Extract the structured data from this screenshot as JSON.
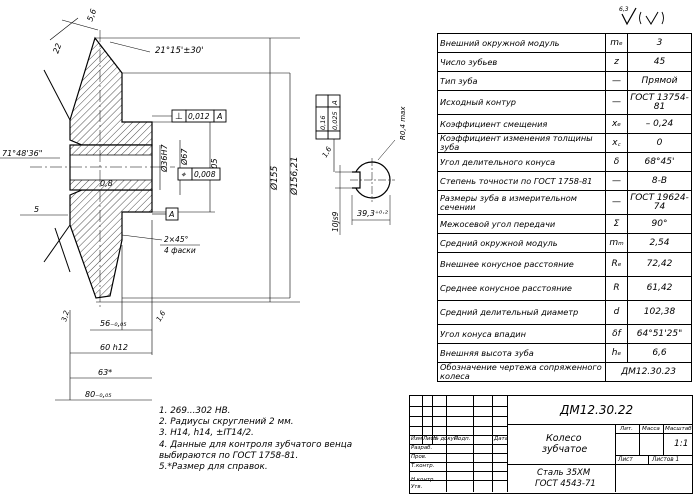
{
  "roughness": {
    "value": "6,3"
  },
  "params": [
    {
      "name": "Внешний окружной модуль",
      "sym": "mₑ",
      "val": "3"
    },
    {
      "name": "Число зубьев",
      "sym": "z",
      "val": "45"
    },
    {
      "name": "Тип зуба",
      "sym": "—",
      "val": "Прямой"
    },
    {
      "name": "Исходный контур",
      "sym": "—",
      "val": "ГОСТ 13754-81"
    },
    {
      "name": "Коэффициент смещения",
      "sym": "xₑ",
      "val": "– 0,24"
    },
    {
      "name": "Коэффициент изменения толщины зуба",
      "sym": "x꜀",
      "val": "0"
    },
    {
      "name": "Угол делительного конуса",
      "sym": "δ",
      "val": "68°45'"
    },
    {
      "name": "Степень точности по ГОСТ 1758-81",
      "sym": "—",
      "val": "8-B"
    },
    {
      "name": "Размеры зуба в измерительном сечении",
      "sym": "—",
      "val": "ГОСТ 19624-74"
    },
    {
      "name": "Межосевой угол передачи",
      "sym": "Σ",
      "val": "90°"
    },
    {
      "name": "Средний окружной модуль",
      "sym": "mₘ",
      "val": "2,54"
    },
    {
      "name": "Внешнее конусное расстояние",
      "sym": "Rₑ",
      "val": "72,42"
    },
    {
      "name": "Среднее конусное расстояние",
      "sym": "R",
      "val": "61,42"
    },
    {
      "name": "Средний делительный диаметр",
      "sym": "d",
      "val": "102,38"
    },
    {
      "name": "Угол конуса впадин",
      "sym": "δf",
      "val": "64°51'25\""
    },
    {
      "name": "Внешняя высота зуба",
      "sym": "hₑ",
      "val": "6,6"
    },
    {
      "name": "Обозначение чертежа сопряженного колеса",
      "sym": "",
      "val": "ДМ12.30.23"
    }
  ],
  "dims": {
    "d_outer": "Ø156,21",
    "d_155": "Ø155",
    "d_105": "Ø105",
    "d_67": "Ø67",
    "d_bore": "Ø36H7",
    "angle_top": "21°15'±30'",
    "angle_left": "71°48'36\"",
    "tol_perp": "0,012",
    "tol_sym": "0,008",
    "datum": "A",
    "l56": "56₋₀,₀₅",
    "l60": "60 h12",
    "l63": "63*",
    "l80": "80₋₀,₀₅",
    "chamfer": "2×45°",
    "chamfer_n": "4 фаски",
    "d22": "22",
    "d56top": "5,6",
    "d5": "5",
    "d08": "0,8",
    "r16": "1,6",
    "key_tol1": "0,025",
    "key_tol2": "0,16",
    "key_r": "R0,4 max",
    "key_w": "10Js9",
    "key_depth": "39,3⁺⁰·²",
    "rough_side": "1,6",
    "rough_bot": "3,2"
  },
  "notes": [
    "1. 269...302 HB.",
    "2. Радиусы скруглений 2 мм.",
    "3. H14, h14, ±IT14/2.",
    "4. Данные для контроля зубчатого венца",
    "    выбираются по ГОСТ 1758-81.",
    "5.*Размер для справок."
  ],
  "title_block": {
    "code": "ДМ12.30.22",
    "name_line1": "Колесо",
    "name_line2": "зубчатое",
    "material_line1": "Сталь 35ХМ",
    "material_line2": "ГОСТ 4543-71",
    "scale": "1:1",
    "h_lit": "Лит.",
    "h_mass": "Масса",
    "h_scale": "Масштаб",
    "h_sheet": "Лист",
    "h_sheets": "Листов 1",
    "rows": [
      "Изм.",
      "Лист",
      "№ докум.",
      "Подп.",
      "Дата"
    ],
    "roles": [
      "Разраб.",
      "Пров.",
      "Т.контр.",
      "",
      "Н.контр.",
      "Утв."
    ]
  }
}
